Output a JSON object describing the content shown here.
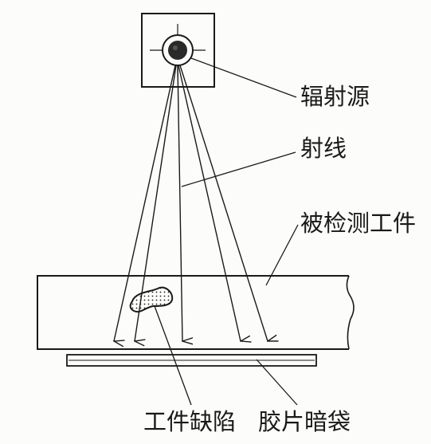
{
  "labels": {
    "source": "辐射源",
    "rays": "射线",
    "workpiece": "被检测工件",
    "defect": "工件缺陷",
    "film": "胶片暗袋"
  },
  "colors": {
    "ink": "#1a1a1a",
    "background": "#fcfcfa"
  }
}
